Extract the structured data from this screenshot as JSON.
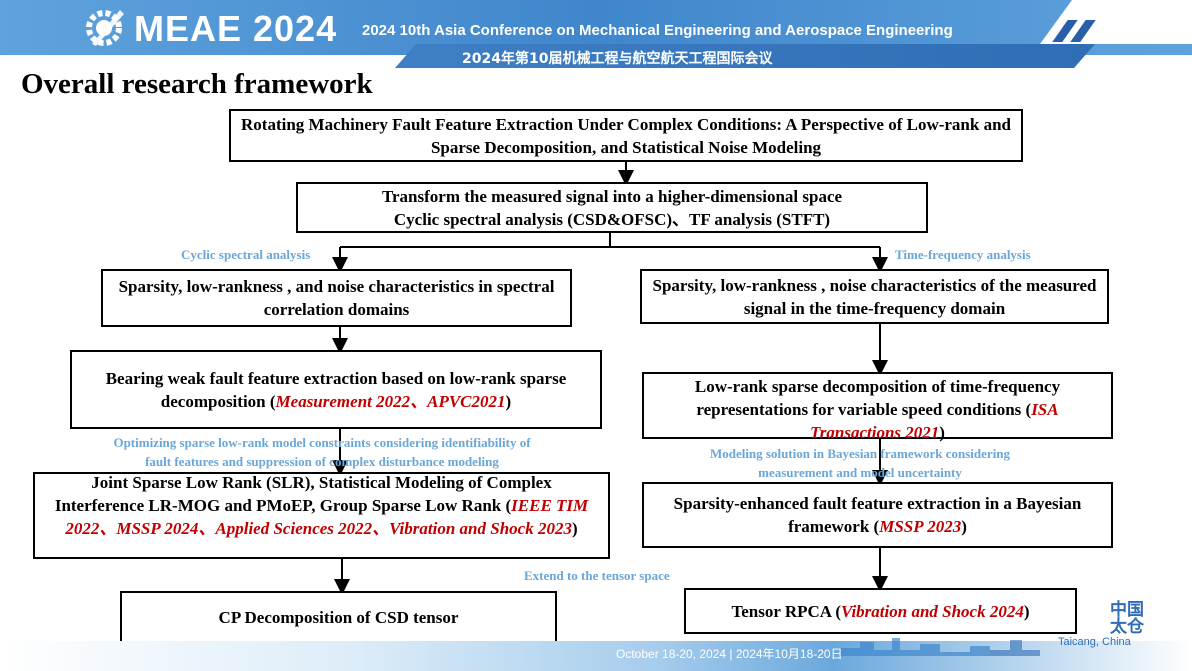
{
  "header": {
    "logo_text": "MEAE 2024",
    "conference_en": "2024 10th Asia Conference on Mechanical Engineering and Aerospace Engineering",
    "conference_cn": "2024年第10届机械工程与航空航天工程国际会议"
  },
  "title": "Overall research framework",
  "boxes": {
    "top": "Rotating Machinery Fault Feature Extraction Under Complex Conditions: A Perspective of Low-rank and Sparse Decomposition, and Statistical Noise Modeling",
    "transform_line1": "Transform the measured signal into a higher-dimensional space",
    "transform_line2": "Cyclic spectral analysis (CSD&OFSC)、TF analysis (STFT)",
    "left1": "Sparsity, low-rankness , and noise characteristics in spectral correlation domains",
    "left2_text": "Bearing weak fault feature extraction based on low-rank sparse decomposition (",
    "left2_ref": "Measurement 2022、APVC2021",
    "left2_close": ")",
    "left3_text": "Joint Sparse Low Rank (SLR), Statistical Modeling of Complex Interference LR-MOG and PMoEP, Group Sparse Low Rank (",
    "left3_ref": "IEEE TIM 2022、MSSP 2024、Applied Sciences 2022、Vibration and Shock 2023",
    "left3_close": ")",
    "left4": "CP Decomposition of CSD tensor",
    "right1": "Sparsity, low-rankness , noise characteristics of the measured signal in the time-frequency domain",
    "right2_text": "Low-rank sparse decomposition of time-frequency representations for variable speed conditions (",
    "right2_ref": "ISA Transactions 2021",
    "right2_close": ")",
    "right3_text": "Sparsity-enhanced fault feature extraction in a Bayesian framework (",
    "right3_ref": "MSSP 2023",
    "right3_close": ")",
    "right4_text": "Tensor RPCA (",
    "right4_ref": "Vibration and Shock 2024",
    "right4_close": ")"
  },
  "labels": {
    "cyclic": "Cyclic spectral analysis",
    "timefreq": "Time-frequency analysis",
    "optimizing_line1": "Optimizing sparse low-rank model constraints considering identifiability of",
    "optimizing_line2": "fault features and suppression of complex disturbance modeling",
    "modeling_line1": "Modeling solution in Bayesian framework considering",
    "modeling_line2": "measurement and model uncertainty",
    "extend": "Extend to the tensor space"
  },
  "footer": {
    "date": "October 18-20, 2024 | 2024年10月18-20日",
    "location": "Taicang, China",
    "seal": "中国太仓"
  },
  "colors": {
    "header_blue": "#3f86cc",
    "label_blue": "#6aa6d8",
    "reference_red": "#c00000"
  }
}
